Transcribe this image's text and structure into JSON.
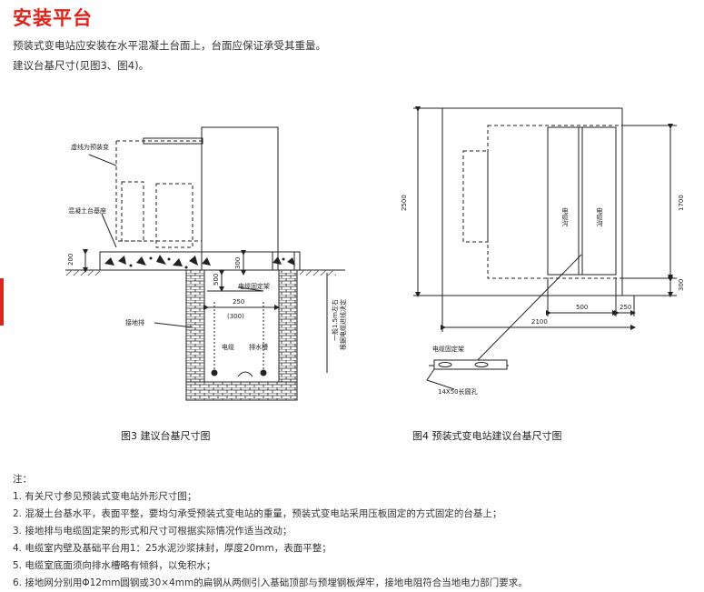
{
  "page": {
    "title": "安装平台",
    "intro": [
      "预装式变电站应安装在水平混凝土台面上，台面应保证承受其重量。",
      "建议台基尺寸(见图3、图4)。"
    ]
  },
  "figure3": {
    "caption": "图3  建议台基尺寸图",
    "labels": {
      "dashed_box": "虚线为预装变",
      "concrete_base": "混凝土台基座",
      "grounding_bar": "接地排",
      "cable_bracket": "电缆固定架",
      "cable": "电缆",
      "drain_groove": "排水槽",
      "slope_note_1": "一般1.5m左右",
      "slope_note_2": "根据电缆进线决定"
    },
    "dimensions": {
      "d200": "200",
      "d500": "500",
      "d300": "300",
      "d250": "250",
      "d300p": "(300)"
    }
  },
  "figure4": {
    "caption": "图4  预装式变电站建议台基尺寸图",
    "labels": {
      "trench_left": "电缆沟",
      "trench_right": "电缆沟",
      "cable_bracket": "电缆固定架",
      "slot_hole": "14X50长圆孔"
    },
    "dimensions": {
      "d2500": "2500",
      "d1700": "1700",
      "d300": "300",
      "d500": "500",
      "d250": "250",
      "d2100": "2100"
    }
  },
  "notes": {
    "heading": "注：",
    "items": [
      "1. 有关尺寸参见预装式变电站外形尺寸图；",
      "2. 混凝土台基水平，表面平整，要均匀承受预装式变电站的重量，预装式变电站采用压板固定的方式固定的台基上；",
      "3. 接地排与电缆固定架的形式和尺寸可根据实际情况作适当改动；",
      "4. 电缆室内壁及基础平台用1：25水泥沙浆抹封，厚度20mm，表面平整；",
      "5. 电缆室底面须向排水槽略有倾斜，以免积水；",
      "6. 接地网分别用Φ12mm圆钢或30×4mm的扁钢从两侧引入基础顶部与预埋钢板焊牢，接地电阻符合当地电力部门要求。"
    ]
  }
}
